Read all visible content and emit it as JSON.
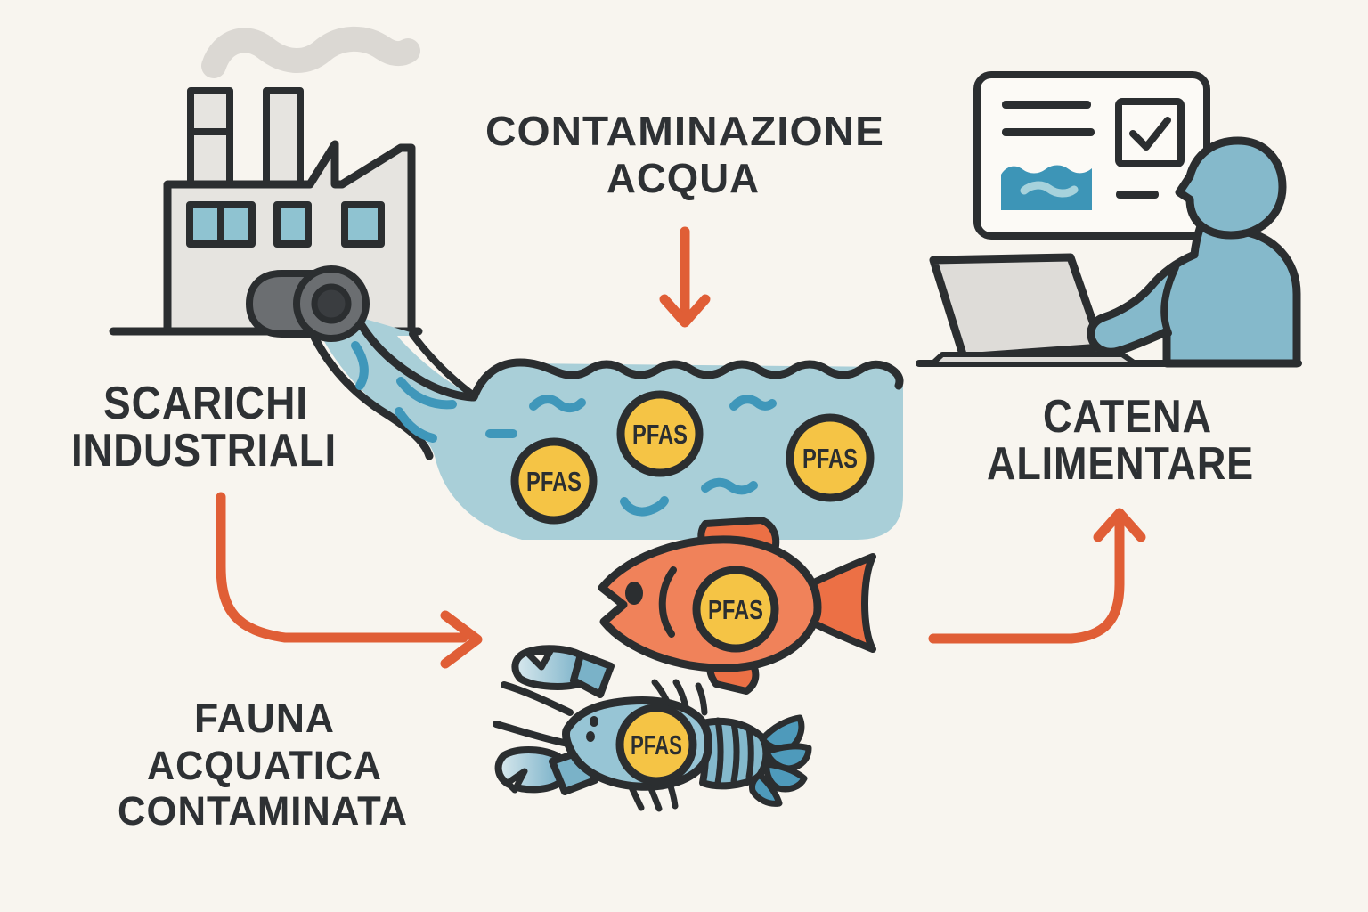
{
  "badge": {
    "pfas": "PFAS"
  },
  "labels": {
    "contaminazione_acqua": {
      "line1": "CONTAMINAZIONE",
      "line2": "ACQUA"
    },
    "scarichi_industriali": {
      "line1": "SCARICHI",
      "line2": "INDUSTRIALI"
    },
    "fauna_acquatica_contaminata": {
      "line1": "FAUNA",
      "line2": "ACQUATICA",
      "line3": "CONTAMINATA"
    },
    "catena_alimentare": {
      "line1": "CATENA",
      "line2": "ALIMENTARE"
    }
  },
  "colors": {
    "background": "#f8f5ef",
    "outline": "#2b2e30",
    "text": "#2e3134",
    "arrow_orange": "#e05e36",
    "water_blue": "#a9cfd8",
    "wave_accent_blue": "#3f97ba",
    "pfas_yellow": "#f5c445",
    "fish_orange": "#f0825a",
    "fish_fin_orange": "#ec7045",
    "crayfish_blue": "#97c5d5",
    "crayfish_dark_blue": "#4e9abb",
    "person_blue": "#85b9cb",
    "device_gray": "#dedcd8",
    "factory_gray": "#e6e4e0",
    "window_blue": "#8fc3d1",
    "pipe_gray": "#6b6e71",
    "pipe_inner_gray": "#3a3d40",
    "smoke_gray": "#dbd8d3",
    "report_blue": "#3d95b7",
    "report_squiggle_blue": "#a6d2dc"
  }
}
